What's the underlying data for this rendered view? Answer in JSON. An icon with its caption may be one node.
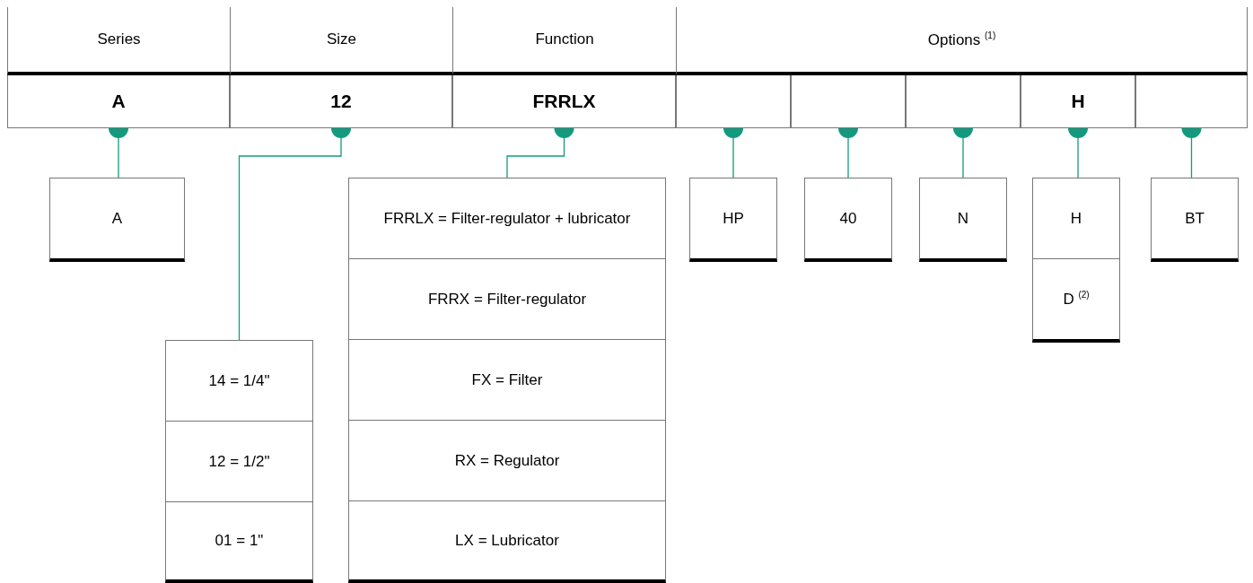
{
  "diagram": {
    "nodes": [
      {
        "text": [
          "Series"
        ]
      },
      {
        "text": [
          "Size"
        ]
      },
      {
        "text": [
          "Function"
        ]
      },
      {
        "text": [
          "Options $^{(1)}$"
        ]
      },
      {
        "text": [
          "A"
        ]
      },
      {
        "text": [
          "12"
        ]
      },
      {
        "text": [
          "FRRLX"
        ]
      },
      {
        "text": [],
        "shape": "box"
      },
      {
        "text": [],
        "shape": "box"
      },
      {
        "text": [],
        "shape": "box"
      },
      {
        "text": [
          "H"
        ]
      },
      {
        "text": [],
        "shape": "box"
      },
      {
        "text": [
          "A"
        ]
      },
      {
        "text": [],
        "shape": "box"
      },
      {
        "text": [
          "14 = 1/4\""
        ],
        "in": 13
      },
      {
        "text": [
          "12 = 1/2\""
        ],
        "in": 13
      },
      {
        "text": [
          "01 = 1\""
        ],
        "in": 13
      },
      {
        "text": [],
        "shape": "box"
      },
      {
        "text": [
          "FRRLX = Filter-regulator + lubricator"
        ],
        "in": 17
      },
      {
        "text": [
          "FRRX = Filter-regulator"
        ],
        "in": 17
      },
      {
        "text": [
          "FX = Filter"
        ],
        "in": 17
      },
      {
        "text": [
          "RX = Regulator"
        ],
        "in": 17
      },
      {
        "text": [
          "LX = Lubricator"
        ],
        "in": 17
      },
      {
        "text": [
          "HP"
        ]
      },
      {
        "text": [
          "40"
        ]
      },
      {
        "text": [
          "N"
        ]
      },
      {
        "text": [],
        "shape": "box"
      },
      {
        "text": [
          "H"
        ],
        "in": 26
      },
      {
        "text": [
          "D $^{(2)}$"
        ],
        "in": 26
      },
      {
        "text": [
          "BT"
        ]
      }
    ],
    "edges": [
      {
        "from": 4,
        "to": 12,
        "arrow": "other"
      },
      {
        "from": 5,
        "to": 13,
        "arrow": "other"
      },
      {
        "from": 6,
        "to": 17,
        "arrow": "other"
      },
      {
        "from": 7,
        "to": 23,
        "arrow": "other"
      },
      {
        "from": 8,
        "to": 24,
        "arrow": "other"
      },
      {
        "from": 9,
        "to": 25,
        "arrow": "other"
      },
      {
        "from": 10,
        "to": 26,
        "arrow": "other"
      },
      {
        "from": 11,
        "to": 29,
        "arrow": "other"
      }
    ]
  }
}
